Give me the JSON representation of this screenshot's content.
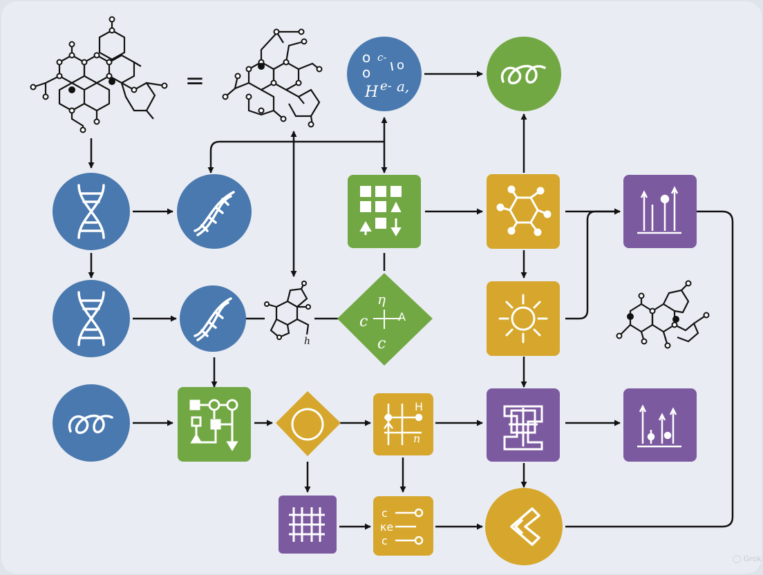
{
  "diagram": {
    "colors": {
      "background": "#e9ecf2",
      "blue": "#4a79b0",
      "green": "#72a844",
      "yellow": "#d6a72c",
      "purple": "#7c5aa0",
      "line": "#111111",
      "icon": "#ffffff"
    },
    "labels": {
      "equals": "=",
      "mol_label_h": "h",
      "blue_circle_1": "o",
      "blue_circle_2": "c-",
      "blue_circle_3": "o",
      "blue_circle_4": "o",
      "blue_circle_5": "H",
      "blue_circle_6": "e-",
      "blue_circle_7": "a,",
      "diamond_top": "η",
      "diamond_left": "c",
      "diamond_right": "A",
      "diamond_bottom": "c",
      "grid_h": "H",
      "grid_n": "n",
      "list_c": "c",
      "list_ke": "κe",
      "list_e": "c",
      "watermark": "◯ Grok"
    },
    "icons": {
      "dna_top": "dna-helix-icon",
      "dna_middle": "dna-helix-icon",
      "dna_right_top": "dna-helix-tilted-icon",
      "dna_right_middle": "dna-helix-tilted-icon",
      "loop_blue": "squiggle-loop-icon",
      "loop_green": "squiggle-loop-icon",
      "grid_arrows": "grid-arrows-icon",
      "network": "network-nodes-icon",
      "flow_green": "flowchart-icon",
      "circle_yellow": "circle-icon",
      "sun": "sun-icon",
      "chart_top": "bar-chart-icon",
      "chart_bottom": "bar-chart-icon",
      "knot": "knot-icon",
      "hash": "hash-grid-icon",
      "slider": "slider-list-icon",
      "chevron": "chevron-icon"
    }
  }
}
